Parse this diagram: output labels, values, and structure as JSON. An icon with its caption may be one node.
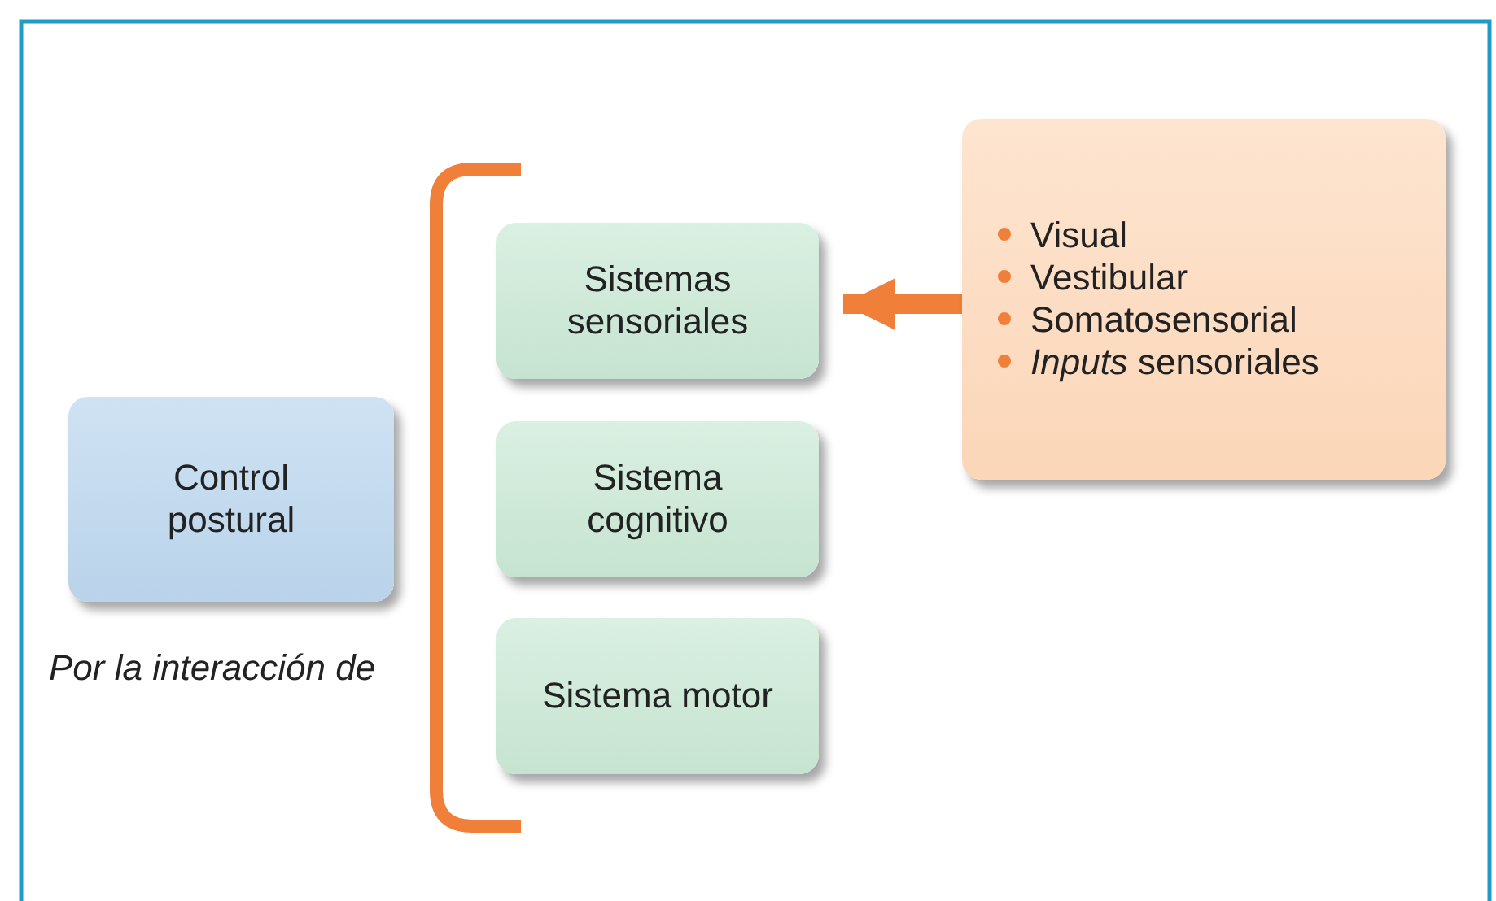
{
  "diagram": {
    "nodes": [
      {
        "text": [
          "Control postural"
        ],
        "beside": [
          "Por la interacción de"
        ]
      },
      {
        "text": [
          "Sistemas sensoriales"
        ]
      },
      {
        "text": [
          "Sistema cognitivo"
        ]
      },
      {
        "text": [
          "Sistema motor"
        ]
      },
      {
        "text": [
          "Visual",
          "Vestibular",
          "Somatosensorial",
          "*Inputs* sensoriales"
        ]
      }
    ],
    "edges": [
      {
        "from": 4,
        "to": 1,
        "arrow": "to"
      }
    ]
  }
}
